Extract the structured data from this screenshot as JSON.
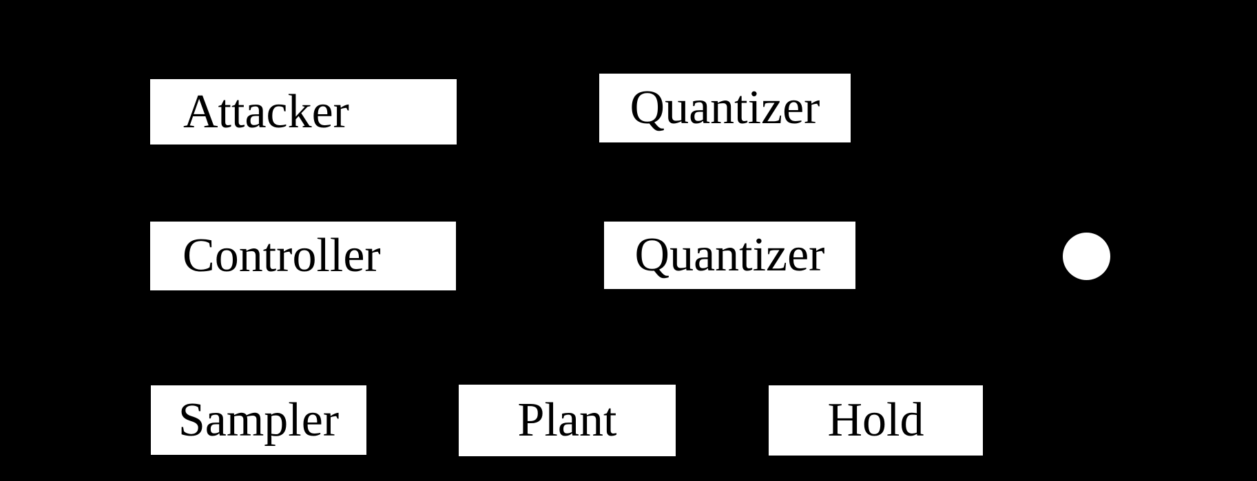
{
  "diagram": {
    "type": "block-diagram",
    "background_color": "#000000",
    "node_fill_color": "#ffffff",
    "node_text_color": "#000000",
    "nodes": [
      {
        "id": "attacker",
        "label": "Attacker",
        "row": 1
      },
      {
        "id": "quantizer-top",
        "label": "Quantizer",
        "row": 1
      },
      {
        "id": "controller",
        "label": "Controller",
        "row": 2
      },
      {
        "id": "quantizer-mid",
        "label": "Quantizer",
        "row": 2
      },
      {
        "id": "sampler",
        "label": "Sampler",
        "row": 3
      },
      {
        "id": "plant",
        "label": "Plant",
        "row": 3
      },
      {
        "id": "hold",
        "label": "Hold",
        "row": 3
      }
    ],
    "circle_node": {
      "id": "circle-junction",
      "fill": "#ffffff"
    }
  }
}
